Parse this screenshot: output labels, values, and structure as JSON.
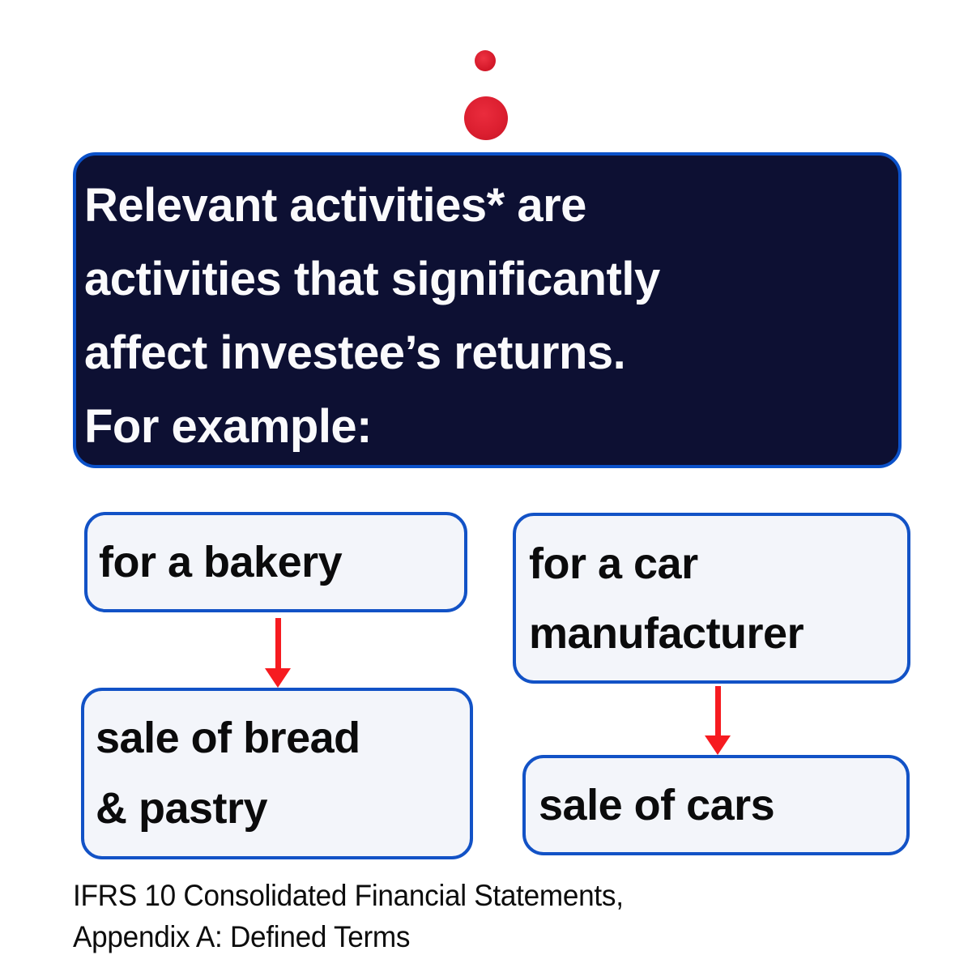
{
  "title_card": {
    "lines": [
      "Relevant activities* are",
      "activities that significantly",
      "affect investee’s returns.",
      "For example:"
    ]
  },
  "examples": {
    "bakery": {
      "label": "for a bakery",
      "result_lines": [
        "sale of bread",
        "& pastry"
      ]
    },
    "car": {
      "label_lines": [
        "for a car",
        "manufacturer"
      ],
      "result": "sale of cars"
    }
  },
  "footer": {
    "lines": [
      "IFRS 10 Consolidated Financial Statements,",
      "Appendix A: Defined Terms"
    ]
  },
  "icons": {
    "decoration": "red-watercolor-dots"
  },
  "colors": {
    "card_bg": "#0d1033",
    "card_border": "#0b51c9",
    "node_border": "#1252c6",
    "node_bg": "#f3f5fa",
    "arrow_red": "#f61b20",
    "dot_red": "#d81b2b"
  }
}
